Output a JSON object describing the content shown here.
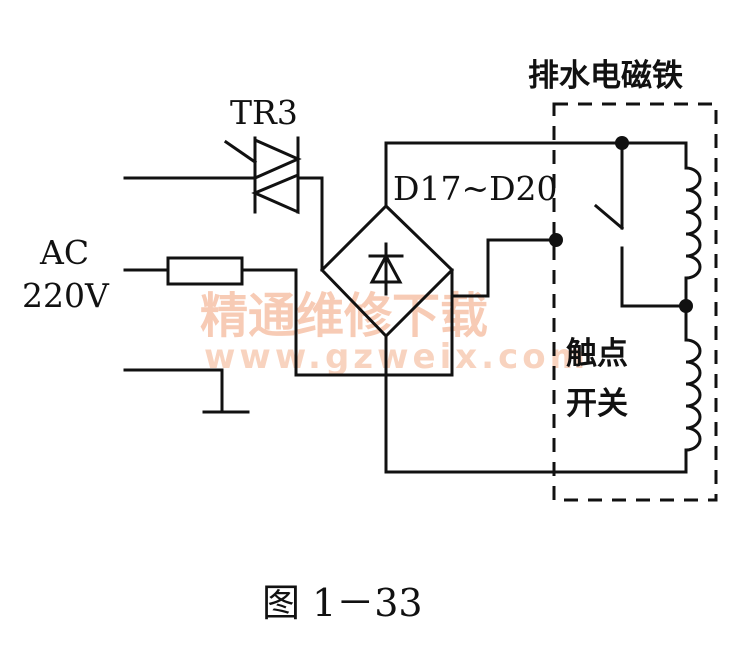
{
  "labels": {
    "triac": "TR3",
    "source_line1": "AC",
    "source_line2": "220V",
    "bridge": "D17~D20",
    "magnet": "排水电磁铁",
    "contact_line1": "触点",
    "contact_line2": "开关"
  },
  "watermark": {
    "cn": "精通维修下载",
    "url": "www.gzweix.com"
  },
  "caption": "图 1－33"
}
